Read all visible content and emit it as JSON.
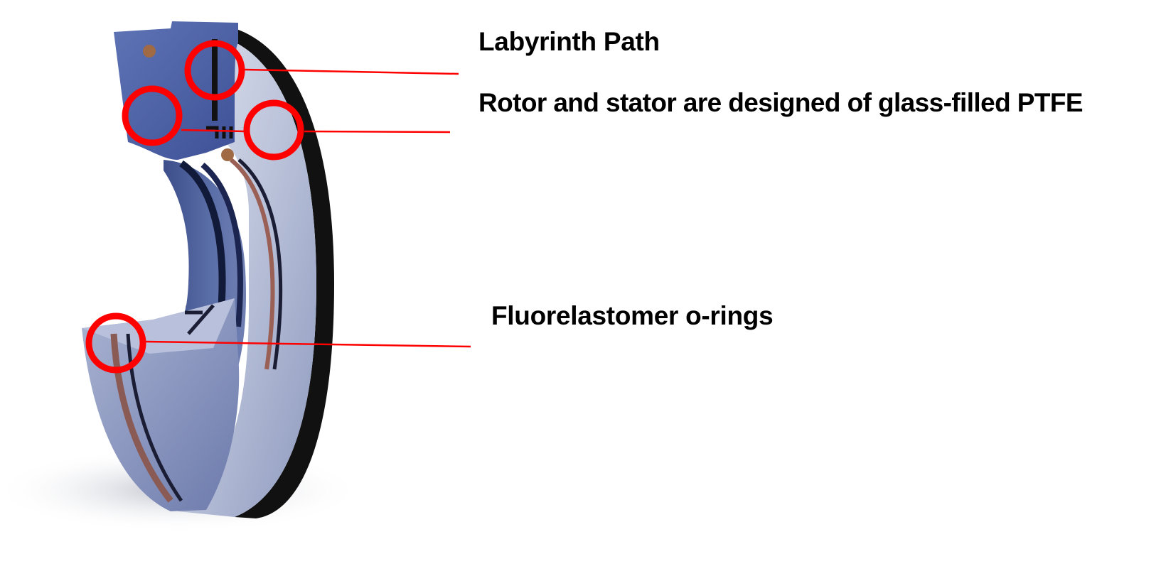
{
  "diagram": {
    "subject": "Cutaway of labyrinth seal (rotor and stator)",
    "callouts": [
      {
        "id": "labyrinth-path",
        "text": "Labyrinth Path",
        "markers": 1
      },
      {
        "id": "rotor-stator-material",
        "text": "Rotor and stator are designed of glass-filled PTFE",
        "markers": 2
      },
      {
        "id": "o-rings",
        "text": "Fluorelastomer o-rings",
        "markers": 1
      }
    ],
    "colors": {
      "marker": "#ff0000",
      "leader_line": "#ff0000",
      "text": "#000000",
      "background": "#ffffff",
      "seal_body": "#5b6fa8",
      "seal_face": "#c9cfe0",
      "o_ring": "#9a5f55"
    }
  }
}
